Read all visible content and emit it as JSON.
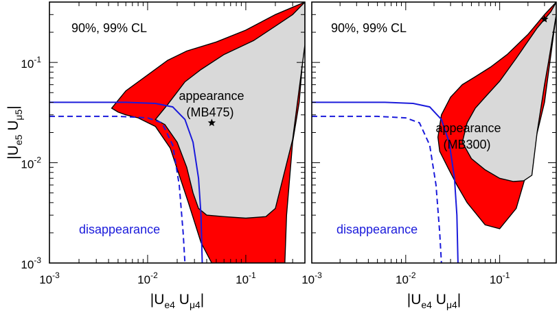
{
  "chart_data": [
    {
      "type": "contour",
      "panel": "left",
      "cl_label": "90%, 99% CL",
      "xlabel": {
        "main": "|U",
        "sub1": "e4",
        "mid": " U",
        "sub2": "μ4",
        "end": "|"
      },
      "ylabel": {
        "main": "|U",
        "sub1": "e5",
        "mid": " U",
        "sub2": "μ5",
        "end": "|"
      },
      "x_scale": "log",
      "y_scale": "log",
      "xlim": [
        0.001,
        0.4
      ],
      "ylim": [
        0.001,
        0.4
      ],
      "x_ticks": [
        {
          "value": 0.001,
          "base": "10",
          "exp": "-3"
        },
        {
          "value": 0.01,
          "base": "10",
          "exp": "-2"
        },
        {
          "value": 0.1,
          "base": "10",
          "exp": "-1"
        }
      ],
      "y_ticks": [
        {
          "value": 0.001,
          "base": "10",
          "exp": "-3"
        },
        {
          "value": 0.01,
          "base": "10",
          "exp": "-2"
        },
        {
          "value": 0.1,
          "base": "10",
          "exp": "-1"
        }
      ],
      "appearance_label": [
        "appearance",
        "(MB475)"
      ],
      "disappearance_label": "disappearance",
      "best_fit": [
        0.045,
        0.025
      ],
      "colors": {
        "cl99": "#ff0000",
        "cl90": "#d9d9d9",
        "disappearance": "#1a1adb"
      },
      "region_99": [
        [
          0.0043,
          0.035
        ],
        [
          0.006,
          0.052
        ],
        [
          0.01,
          0.075
        ],
        [
          0.016,
          0.105
        ],
        [
          0.025,
          0.13
        ],
        [
          0.05,
          0.16
        ],
        [
          0.1,
          0.21
        ],
        [
          0.2,
          0.3
        ],
        [
          0.4,
          0.4
        ],
        [
          0.4,
          0.2
        ],
        [
          0.35,
          0.04
        ],
        [
          0.3,
          0.016
        ],
        [
          0.26,
          0.003
        ],
        [
          0.25,
          0.001
        ],
        [
          0.045,
          0.001
        ],
        [
          0.035,
          0.0016
        ],
        [
          0.026,
          0.004
        ],
        [
          0.017,
          0.014
        ],
        [
          0.012,
          0.023
        ],
        [
          0.008,
          0.028
        ],
        [
          0.006,
          0.03
        ],
        [
          0.005,
          0.032
        ]
      ],
      "region_90": [
        [
          0.012,
          0.027
        ],
        [
          0.016,
          0.038
        ],
        [
          0.024,
          0.064
        ],
        [
          0.035,
          0.085
        ],
        [
          0.06,
          0.12
        ],
        [
          0.12,
          0.165
        ],
        [
          0.2,
          0.23
        ],
        [
          0.3,
          0.3
        ],
        [
          0.4,
          0.4
        ],
        [
          0.4,
          0.15
        ],
        [
          0.3,
          0.017
        ],
        [
          0.2,
          0.0035
        ],
        [
          0.16,
          0.0029
        ],
        [
          0.1,
          0.0028
        ],
        [
          0.06,
          0.0029
        ],
        [
          0.04,
          0.003
        ],
        [
          0.033,
          0.0035
        ],
        [
          0.029,
          0.005
        ],
        [
          0.025,
          0.009
        ],
        [
          0.02,
          0.016
        ],
        [
          0.015,
          0.024
        ]
      ],
      "disappearance_90": [
        [
          0.001,
          0.04
        ],
        [
          0.006,
          0.04
        ],
        [
          0.012,
          0.039
        ],
        [
          0.018,
          0.036
        ],
        [
          0.024,
          0.027
        ],
        [
          0.029,
          0.016
        ],
        [
          0.033,
          0.007
        ],
        [
          0.035,
          0.003
        ],
        [
          0.036,
          0.001
        ]
      ],
      "disappearance_99": [
        [
          0.001,
          0.029
        ],
        [
          0.005,
          0.029
        ],
        [
          0.01,
          0.028
        ],
        [
          0.014,
          0.025
        ],
        [
          0.018,
          0.015
        ],
        [
          0.021,
          0.006
        ],
        [
          0.023,
          0.002
        ],
        [
          0.024,
          0.001
        ]
      ]
    },
    {
      "type": "contour",
      "panel": "right",
      "cl_label": "90%, 99% CL",
      "xlabel": {
        "main": "|U",
        "sub1": "e4",
        "mid": " U",
        "sub2": "μ4",
        "end": "|"
      },
      "x_scale": "log",
      "y_scale": "log",
      "xlim": [
        0.001,
        0.4
      ],
      "ylim": [
        0.001,
        0.4
      ],
      "x_ticks": [
        {
          "value": 0.001,
          "base": "10",
          "exp": "-3"
        },
        {
          "value": 0.01,
          "base": "10",
          "exp": "-2"
        },
        {
          "value": 0.1,
          "base": "10",
          "exp": "-1"
        }
      ],
      "appearance_label": [
        "appearance",
        "(MB300)"
      ],
      "disappearance_label": "disappearance",
      "best_fit": [
        0.3,
        0.27
      ],
      "colors": {
        "cl99": "#ff0000",
        "cl90": "#d9d9d9",
        "disappearance": "#1a1adb"
      },
      "region_99": [
        [
          0.022,
          0.018
        ],
        [
          0.024,
          0.03
        ],
        [
          0.03,
          0.045
        ],
        [
          0.04,
          0.06
        ],
        [
          0.055,
          0.072
        ],
        [
          0.08,
          0.09
        ],
        [
          0.12,
          0.12
        ],
        [
          0.2,
          0.19
        ],
        [
          0.3,
          0.3
        ],
        [
          0.4,
          0.4
        ],
        [
          0.4,
          0.3
        ],
        [
          0.3,
          0.04
        ],
        [
          0.22,
          0.012
        ],
        [
          0.15,
          0.0035
        ],
        [
          0.1,
          0.0022
        ],
        [
          0.07,
          0.0024
        ],
        [
          0.045,
          0.004
        ],
        [
          0.035,
          0.006
        ],
        [
          0.028,
          0.009
        ],
        [
          0.023,
          0.013
        ]
      ],
      "region_90": [
        [
          0.04,
          0.016
        ],
        [
          0.045,
          0.025
        ],
        [
          0.055,
          0.035
        ],
        [
          0.07,
          0.045
        ],
        [
          0.1,
          0.065
        ],
        [
          0.15,
          0.11
        ],
        [
          0.25,
          0.22
        ],
        [
          0.35,
          0.32
        ],
        [
          0.4,
          0.4
        ],
        [
          0.4,
          0.3
        ],
        [
          0.33,
          0.1
        ],
        [
          0.3,
          0.06
        ],
        [
          0.25,
          0.02
        ],
        [
          0.22,
          0.0075
        ],
        [
          0.18,
          0.0066
        ],
        [
          0.14,
          0.0065
        ],
        [
          0.1,
          0.007
        ],
        [
          0.07,
          0.0085
        ],
        [
          0.05,
          0.011
        ]
      ],
      "disappearance_90": [
        [
          0.001,
          0.04
        ],
        [
          0.006,
          0.04
        ],
        [
          0.012,
          0.039
        ],
        [
          0.018,
          0.036
        ],
        [
          0.024,
          0.027
        ],
        [
          0.029,
          0.016
        ],
        [
          0.033,
          0.007
        ],
        [
          0.035,
          0.003
        ],
        [
          0.036,
          0.001
        ]
      ],
      "disappearance_99": [
        [
          0.001,
          0.029
        ],
        [
          0.005,
          0.029
        ],
        [
          0.01,
          0.028
        ],
        [
          0.014,
          0.025
        ],
        [
          0.018,
          0.015
        ],
        [
          0.021,
          0.006
        ],
        [
          0.023,
          0.002
        ],
        [
          0.024,
          0.001
        ]
      ]
    }
  ]
}
